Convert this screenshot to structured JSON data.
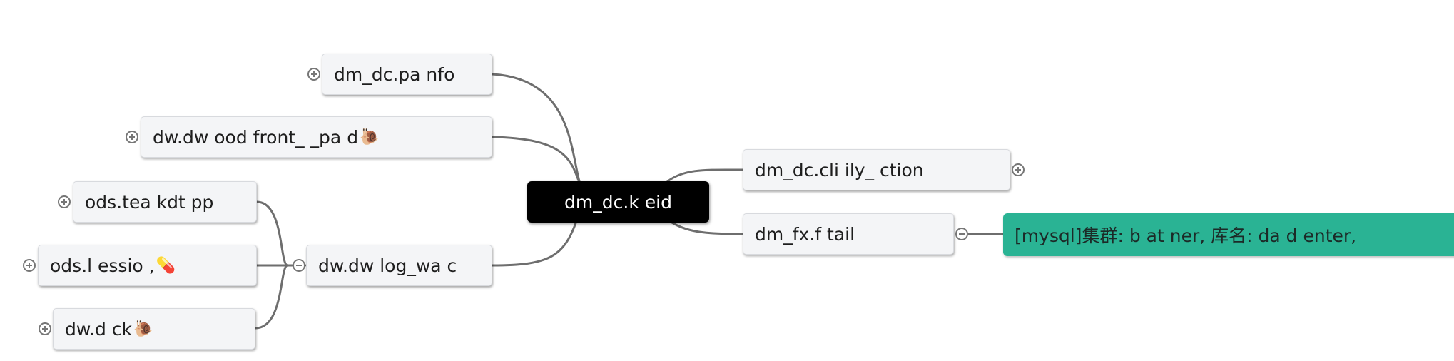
{
  "diagram": {
    "type": "mind-map",
    "root": {
      "label": "dm_dc.k   eid"
    },
    "left_children": [
      {
        "id": "n1",
        "label": "dm_dc.pa   nfo",
        "toggle": "expand"
      },
      {
        "id": "n2",
        "label": "dw.dw  ood  front_  _pa   d",
        "toggle": "expand",
        "icon": "snail-icon"
      },
      {
        "id": "n3",
        "label": "dw.dw  log_wa  c",
        "toggle": "collapse",
        "children": [
          {
            "id": "n3a",
            "label": "ods.tea   kdt  pp",
            "toggle": "expand"
          },
          {
            "id": "n3b",
            "label": "ods.l  essio   ,",
            "toggle": "expand",
            "icon": "pill-icon"
          },
          {
            "id": "n3c",
            "label": "dw.d    ck",
            "toggle": "expand",
            "icon": "snail-icon"
          }
        ]
      }
    ],
    "right_children": [
      {
        "id": "n4",
        "label": "dm_dc.cli  ily_  ction",
        "toggle": "expand"
      },
      {
        "id": "n5",
        "label": "dm_fx.f    tail",
        "toggle": "collapse",
        "note": "[mysql]集群: b  at   ner, 库名: da   d   enter,"
      }
    ],
    "colors": {
      "root_bg": "#000000",
      "node_bg": "#f4f5f7",
      "note_bg": "#2ab394",
      "connector": "#6e6e6e"
    }
  }
}
